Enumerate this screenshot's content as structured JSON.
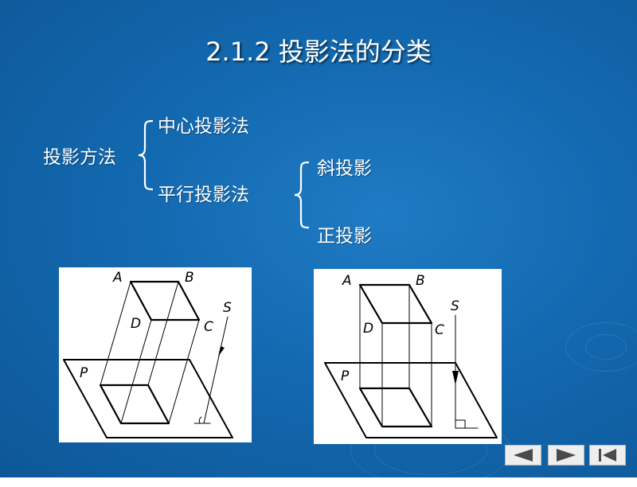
{
  "slide": {
    "title": "2.1.2 投影法的分类",
    "tree": {
      "root": "投影方法",
      "central": "中心投影法",
      "parallel": "平行投影法",
      "oblique": "斜投影",
      "orthographic": "正投影"
    }
  },
  "figures": {
    "oblique": {
      "labels": {
        "a": "A",
        "b": "B",
        "c": "C",
        "d": "D",
        "s": "S",
        "p": "P"
      }
    },
    "orthographic": {
      "labels": {
        "a": "A",
        "b": "B",
        "c": "C",
        "d": "D",
        "s": "S",
        "p": "P"
      }
    }
  },
  "nav": {
    "prev_icon": "triangle-left-icon",
    "next_icon": "triangle-right-icon",
    "last_icon": "skip-end-icon"
  },
  "colors": {
    "background": "#1369b0",
    "text": "#ffffff",
    "figure_bg": "#ffffff",
    "nav_button": "#eeeeee"
  }
}
